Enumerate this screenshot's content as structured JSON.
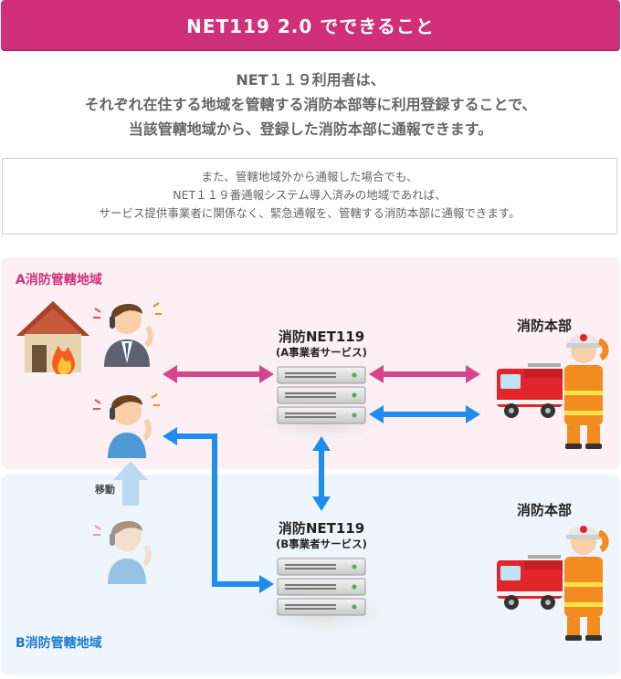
{
  "banner": {
    "title": "NET119 2.0 でできること"
  },
  "lead": {
    "lines": [
      "NET１１９利用者は、",
      "それぞれ在住する地域を管轄する消防本部等に利用登録することで、",
      "当該管轄地域から、登録した消防本部に通報できます。"
    ]
  },
  "note": {
    "lines": [
      "また、管轄地域外から通報した場合でも、",
      "NET１１９番通報システム導入済みの地域であれば、",
      "サービス提供事業者に関係なく、緊急通報を、管轄する消防本部に通報できます。"
    ]
  },
  "area_a": {
    "label": "A消防管轄地域"
  },
  "area_b": {
    "label": "B消防管轄地域"
  },
  "server_a": {
    "title": "消防NET119",
    "subtitle": "(A事業者サービス)"
  },
  "server_b": {
    "title": "消防NET119",
    "subtitle": "(B事業者サービス)"
  },
  "hq_a": {
    "label": "消防本部"
  },
  "hq_b": {
    "label": "消防本部"
  },
  "move_label": "移動",
  "colors": {
    "accent_pink": "#d0307a",
    "accent_blue": "#1a7ad0",
    "arrow_blue": "#1f8cf0",
    "arrow_pink": "#d4458a"
  }
}
